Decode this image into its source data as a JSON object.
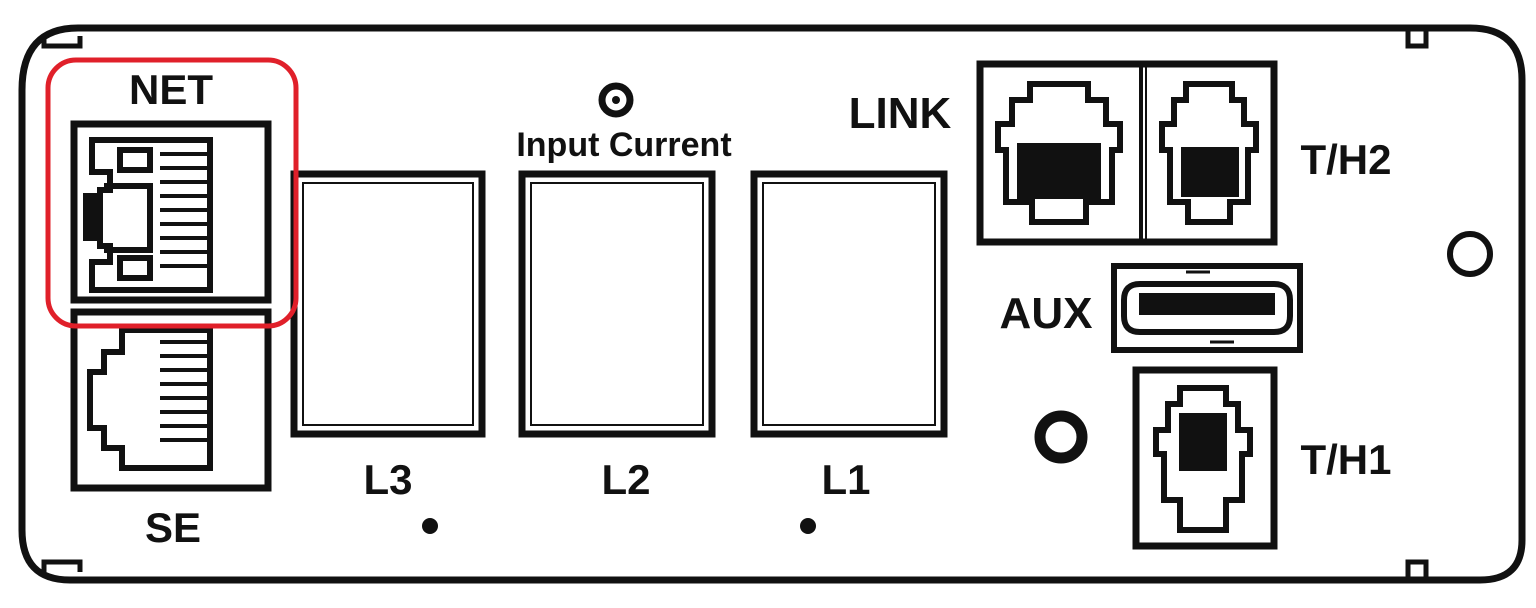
{
  "panel": {
    "labels": {
      "net": "NET",
      "se": "SE",
      "input_current": "Input Current",
      "l3": "L3",
      "l2": "L2",
      "l1": "L1",
      "link": "LINK",
      "th2": "T/H2",
      "aux": "AUX",
      "th1": "T/H1"
    },
    "icons": {
      "net_port": "rj45-port-icon",
      "se_port": "rj45-port-icon",
      "link_port": "rj12-port-icon",
      "th2_port": "rj12-port-icon",
      "th1_port": "rj12-port-icon",
      "aux_port": "mini-usb-port-icon",
      "input_current_led": "led-indicator-icon"
    },
    "highlight": {
      "target": "NET",
      "color": "#e0202a"
    },
    "colors": {
      "line": "#111111",
      "background": "#ffffff"
    }
  }
}
